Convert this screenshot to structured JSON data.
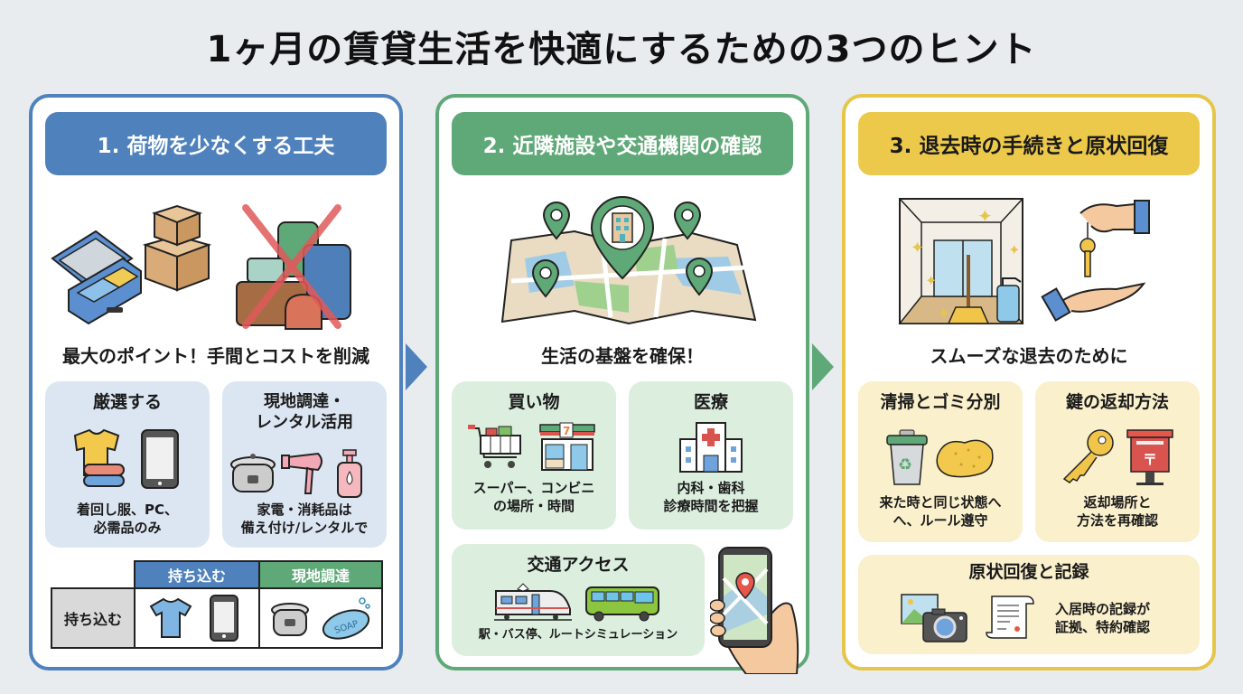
{
  "title": "1ヶ月の賃貸生活を快適にするための3つのヒント",
  "colors": {
    "blue": "#4f81bd",
    "green": "#5fa877",
    "yellow": "#ecc94b",
    "background": "#e8ecef"
  },
  "panels": [
    {
      "heading": "1. 荷物を少なくする工夫",
      "hero_icons": [
        "packed-suitcase-icon",
        "cardboard-boxes-icon",
        "crossed-out-luggage-icon"
      ],
      "tagline": "最大のポイント！手間とコストを削減",
      "cards": [
        {
          "title": "厳選する",
          "icons": [
            "tshirt-icon",
            "folded-towels-icon",
            "smartphone-icon"
          ],
          "desc_line1": "着回し服、PC、",
          "desc_line2": "必需品のみ"
        },
        {
          "title_line1": "現地調達・",
          "title_line2": "レンタル活用",
          "icons": [
            "rice-cooker-icon",
            "hair-dryer-icon",
            "pump-bottle-icon"
          ],
          "desc_line1": "家電・消耗品は",
          "desc_line2": "備え付け/レンタルで"
        }
      ],
      "table": {
        "col_headers": [
          "持ち込む",
          "現地調達"
        ],
        "row_header": "持ち込む",
        "cells": [
          [
            "tshirt-icon",
            "smartphone-icon"
          ],
          [
            "rice-cooker-icon",
            "soap-icon"
          ]
        ],
        "soap_label": "SOAP"
      }
    },
    {
      "heading": "2. 近隣施設や交通機関の確認",
      "hero_icons": [
        "folded-map-icon",
        "map-pin-icon",
        "building-icon"
      ],
      "tagline": "生活の基盤を確保！",
      "cards": [
        {
          "title": "買い物",
          "icons": [
            "shopping-cart-icon",
            "convenience-store-icon"
          ],
          "desc_line1": "スーパー、コンビニ",
          "desc_line2": "の場所・時間"
        },
        {
          "title": "医療",
          "icons": [
            "hospital-icon"
          ],
          "desc_line1": "内科・歯科",
          "desc_line2": "診療時間を把握"
        },
        {
          "title": "交通アクセス",
          "icons": [
            "train-icon",
            "bus-icon"
          ],
          "desc_line1": "駅・バス停、ルートシミュレーション"
        }
      ],
      "side_icon": "phone-map-in-hand-icon"
    },
    {
      "heading": "3. 退去時の手続きと原状回復",
      "hero_icons": [
        "clean-room-icon",
        "key-handover-icon"
      ],
      "tagline": "スムーズな退去のために",
      "cards": [
        {
          "title": "清掃とゴミ分別",
          "icons": [
            "recycle-bin-icon",
            "sponge-icon"
          ],
          "desc_line1": "来た時と同じ状態へ",
          "desc_line2": "へ、ルール遵守"
        },
        {
          "title": "鍵の返却方法",
          "icons": [
            "key-icon",
            "mailbox-icon"
          ],
          "desc_line1": "返却場所と",
          "desc_line2": "方法を再確認"
        },
        {
          "title": "原状回復と記録",
          "icons": [
            "photo-camera-icon",
            "contract-document-icon"
          ],
          "desc_line1": "入居時の記録が",
          "desc_line2": "証拠、特約確認"
        }
      ]
    }
  ]
}
